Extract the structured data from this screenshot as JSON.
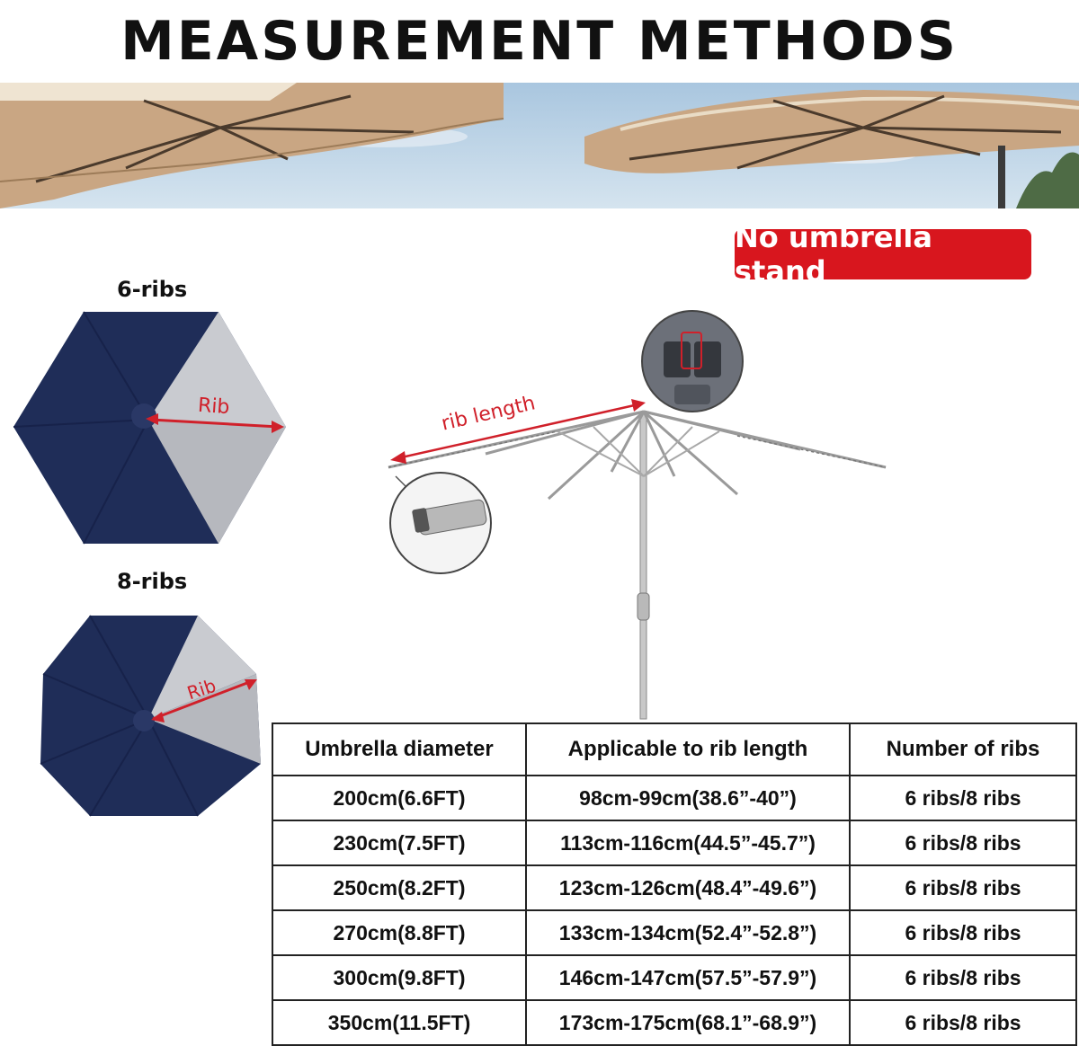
{
  "title": "MEASUREMENT METHODS",
  "badge": "No umbrella stand",
  "six_ribs": {
    "label": "6-ribs",
    "rib_label": "Rib"
  },
  "eight_ribs": {
    "label": "8-ribs",
    "rib_label": "Rib"
  },
  "rib_length_label": "rib length",
  "colors": {
    "badge_red": "#d8161e",
    "canopy_navy": "#1f2d58",
    "canopy_highlight": "#c9cbd0",
    "annotation_red": "#d0202a",
    "tan_canopy": "#c9a683",
    "sky": "#b9d3e8"
  },
  "table": {
    "headers": [
      "Umbrella diameter",
      "Applicable to rib length",
      "Number of ribs"
    ],
    "rows": [
      [
        "200cm(6.6FT)",
        "98cm-99cm(38.6”-40”)",
        "6 ribs/8 ribs"
      ],
      [
        "230cm(7.5FT)",
        "113cm-116cm(44.5”-45.7”)",
        "6 ribs/8 ribs"
      ],
      [
        "250cm(8.2FT)",
        "123cm-126cm(48.4”-49.6”)",
        "6 ribs/8 ribs"
      ],
      [
        "270cm(8.8FT)",
        "133cm-134cm(52.4”-52.8”)",
        "6 ribs/8 ribs"
      ],
      [
        "300cm(9.8FT)",
        "146cm-147cm(57.5”-57.9”)",
        "6 ribs/8 ribs"
      ],
      [
        "350cm(11.5FT)",
        "173cm-175cm(68.1”-68.9”)",
        "6 ribs/8 ribs"
      ]
    ]
  }
}
